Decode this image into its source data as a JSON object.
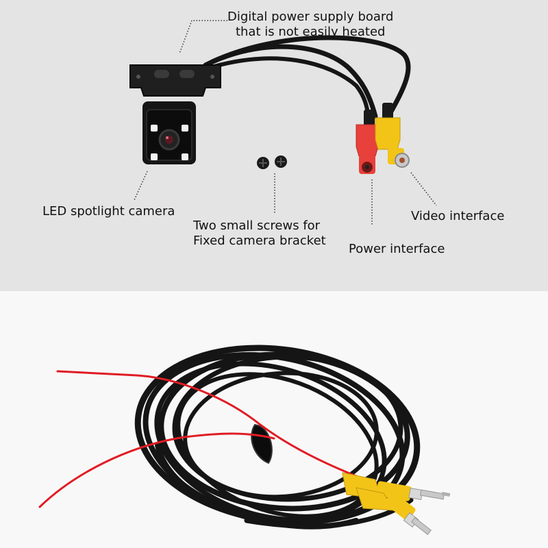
{
  "labels": {
    "digital_board_line1": "Digital power supply board",
    "digital_board_line2": "that is not easily heated",
    "led_camera": "LED spotlight camera",
    "screws_line1": "Two small screws for",
    "screws_line2": "Fixed camera bracket",
    "video_interface": "Video interface",
    "power_interface": "Power interface"
  },
  "colors": {
    "top_background": "#e4e4e4",
    "bottom_background": "#f8f8f8",
    "cable": "#151515",
    "red_connector": "#e8403a",
    "yellow_connector": "#f2c418",
    "red_wire": "#e01c24",
    "leader_line": "#333333"
  },
  "icons": [
    "camera-body",
    "led-light",
    "screw",
    "rca-connector"
  ]
}
